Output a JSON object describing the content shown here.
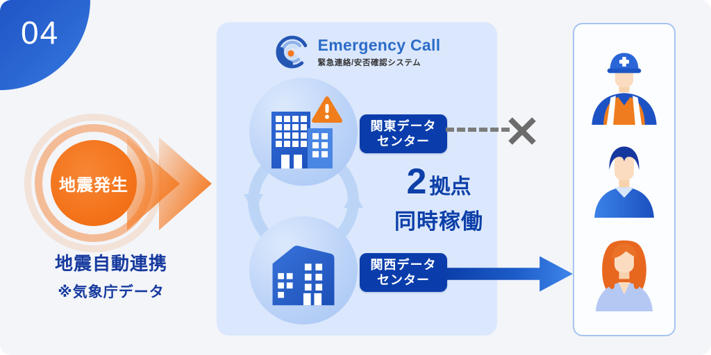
{
  "page": {
    "step_number": "04"
  },
  "trigger": {
    "event_label": "地震発生",
    "caption_title": "地震自動連携",
    "caption_note": "※気象庁データ"
  },
  "system": {
    "logo_title": "Emergency Call",
    "logo_subtitle": "緊急連絡/安否確認システム",
    "kanto_label_line1": "関東データ",
    "kanto_label_line2": "センター",
    "kansai_label_line1": "関西データ",
    "kansai_label_line2": "センター",
    "stat_number": "2",
    "stat_unit": "拠点",
    "stat_line2": "同時稼働",
    "kanto_status": "disconnected",
    "kansai_status": "active"
  },
  "recipients": {
    "avatars": [
      "construction-worker",
      "office-man",
      "office-woman"
    ]
  },
  "colors": {
    "background": "#f3f5f9",
    "step_badge_blue": "#1746bb",
    "panel_blue": "#dbe7fc",
    "label_deep_blue": "#0a3dab",
    "text_blue": "#16399e",
    "stat_blue": "#0c3fa8",
    "orange": "#f4751c",
    "warning_orange": "#ef7d1c",
    "arrow_blue_start": "#0b3ea9",
    "arrow_blue_end": "#3f86ea",
    "x_gray": "#6c6c6c",
    "cycle_ring": "#bcd5f7"
  }
}
